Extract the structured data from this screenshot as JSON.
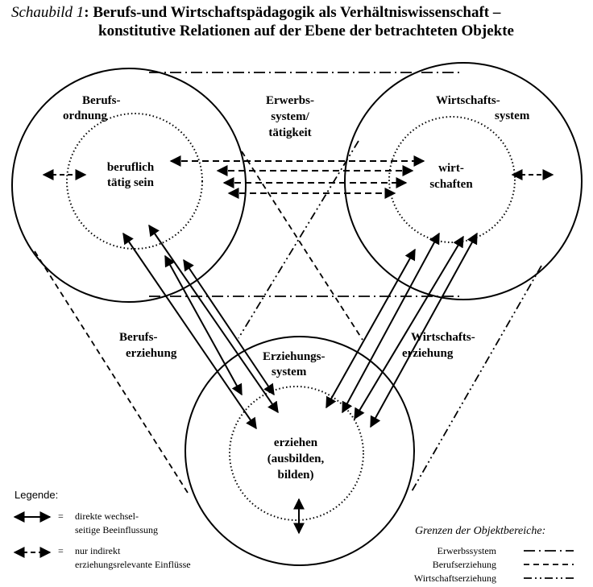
{
  "title": {
    "prefix": "Schaubild 1",
    "line1": ": Berufs-und Wirtschaftspädagogik als Verhältniswissenschaft –",
    "line2": "konstitutive Relationen auf der Ebene der betrachteten Objekte"
  },
  "circles": {
    "beruf": {
      "outer_line1": "Berufs-",
      "outer_line2": "ordnung",
      "inner_line1": "beruflich",
      "inner_line2": "tätig sein"
    },
    "wirtschaft": {
      "outer_line1": "Wirtschafts-",
      "outer_line2": "system",
      "inner_line1": "wirt-",
      "inner_line2": "schaften"
    },
    "erziehung": {
      "outer_line1": "Erziehungs-",
      "outer_line2": "system",
      "inner_line1": "erziehen",
      "inner_line2": "(ausbilden,",
      "inner_line3": "bilden)"
    }
  },
  "relations": {
    "erwerb_line1": "Erwerbs-",
    "erwerb_line2": "system/",
    "erwerb_line3": "tätigkeit",
    "berufserz_line1": "Berufs-",
    "berufserz_line2": "erziehung",
    "wirtschaftserz_line1": "Wirtschafts-",
    "wirtschaftserz_line2": "erziehung"
  },
  "legend": {
    "title": "Legende:",
    "eq": "=",
    "solid_line1": "direkte wechsel-",
    "solid_line2": "seitige Beeinflussung",
    "dashed_line1": "nur indirekt",
    "dashed_line2": "erziehungsrelevante Einflüsse"
  },
  "boundaries": {
    "title": "Grenzen der Objektbereiche:",
    "items": [
      "Erwerbssystem",
      "Berufserziehung",
      "Wirtschaftserziehung"
    ]
  }
}
